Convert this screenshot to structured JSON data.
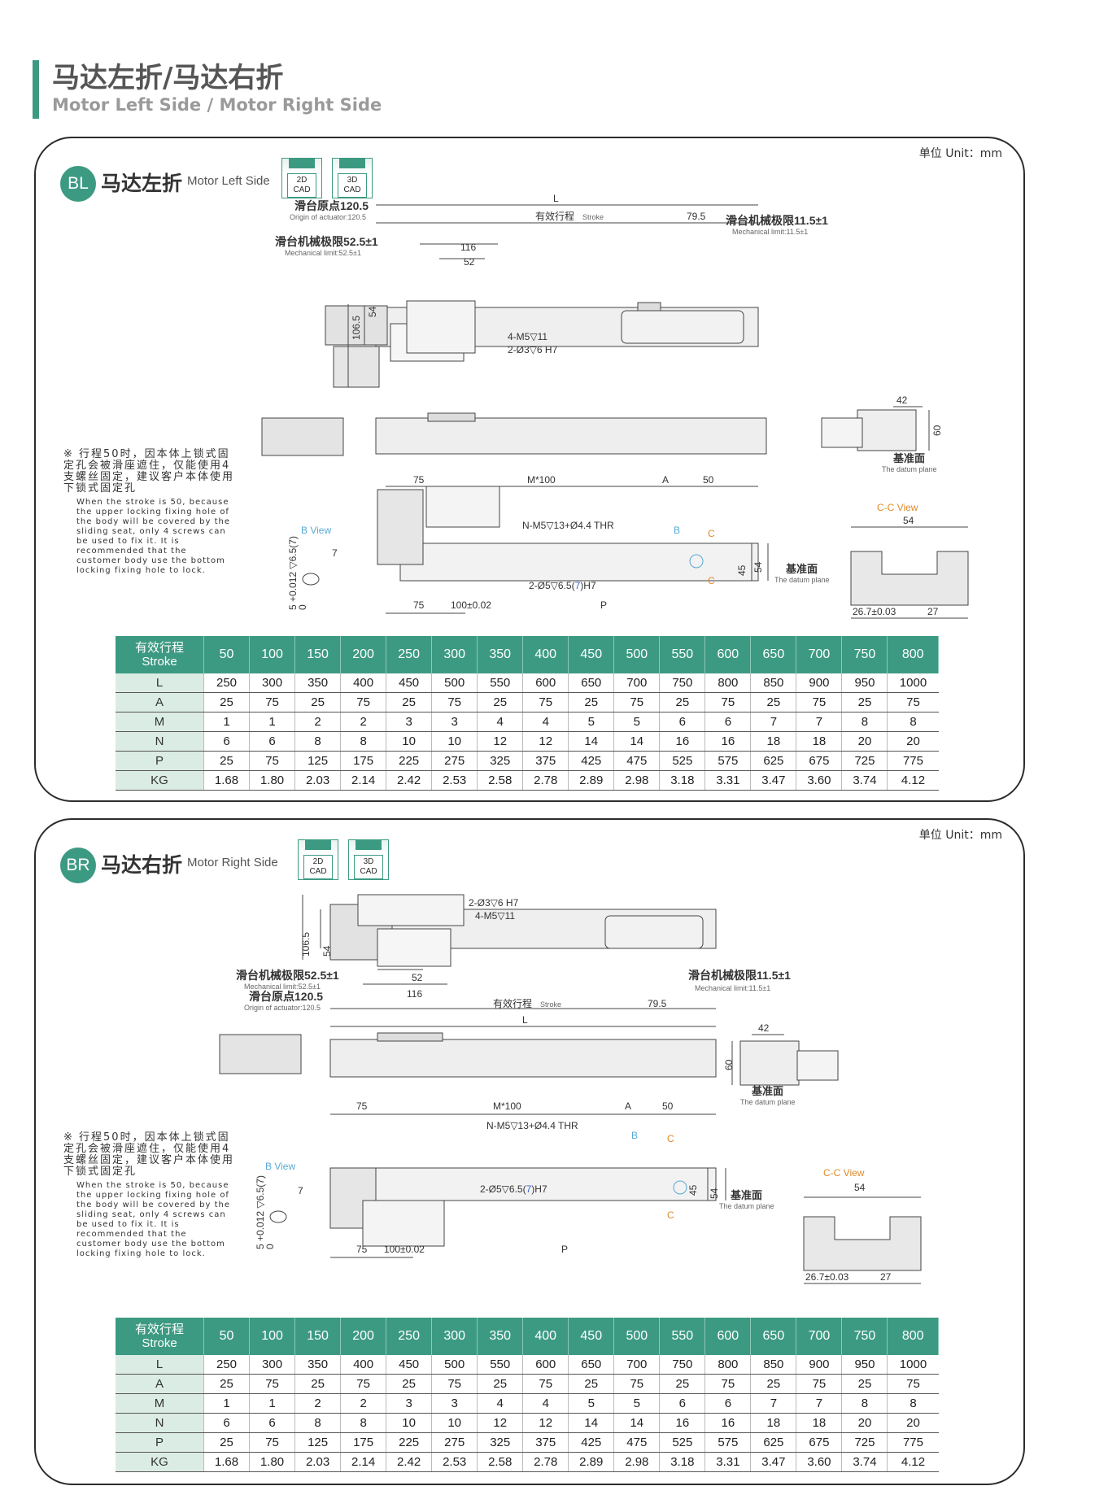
{
  "header": {
    "title_cn": "马达左折/马达右折",
    "title_en": "Motor Left Side / Motor Right Side"
  },
  "unit": "单位 Unit：mm",
  "cad": {
    "two_d": "2D",
    "three_d": "3D",
    "cad": "CAD"
  },
  "note": {
    "cn": "※ 行程50时，因本体上锁式固定孔会被滑座遮住，仅能使用4支螺丝固定，建议客户本体使用下锁式固定孔",
    "en": "When the stroke is 50, because the upper locking fixing hole of the body will be covered by the sliding seat, only 4 screws can be used to fix it. It is recommended that the customer body use the bottom locking fixing hole to lock."
  },
  "labels": {
    "origin": "滑台原点120.5",
    "origin_en": "Origin of actuator:120.5",
    "mech_left": "滑台机械极限52.5±1",
    "mech_left_en": "Mechanical limit:52.5±1",
    "mech_right": "滑台机械极限11.5±1",
    "mech_right_en": "Mechanical limit:11.5±1",
    "stroke_cn": "有效行程",
    "stroke_en": "Stroke",
    "L": "L",
    "d79_5": "79.5",
    "d116": "116",
    "d52": "52",
    "d54": "54",
    "d106_5": "106.5",
    "m5": "4-M5▽11",
    "o3": "2-Ø3▽6 H7",
    "d42": "42",
    "d60": "60",
    "datum_cn": "基准面",
    "datum_en": "The datum plane",
    "d75": "75",
    "m100": "M*100",
    "A": "A",
    "d50": "50",
    "nm5": "N-M5▽13+Ø4.4 THR",
    "B": "B",
    "C": "C",
    "d45": "45",
    "o5a": "2-Ø5▽6.5(",
    "o5b": "7",
    "o5c": ")H7",
    "d100": "100±0.02",
    "P": "P",
    "bview": "B View",
    "cview": "C-C View",
    "d7": "7",
    "tol": "5 +0.012 ▽6.5(7)",
    "tol0": "0",
    "d26_7": "26.7±0.03",
    "d27": "27"
  },
  "sections": [
    {
      "code": "BL",
      "name_cn": "马达左折",
      "name_en": "Motor Left Side"
    },
    {
      "code": "BR",
      "name_cn": "马达右折",
      "name_en": "Motor Right Side"
    }
  ],
  "table": {
    "header_cn": "有效行程",
    "header_en": "Stroke",
    "strokes": [
      "50",
      "100",
      "150",
      "200",
      "250",
      "300",
      "350",
      "400",
      "450",
      "500",
      "550",
      "600",
      "650",
      "700",
      "750",
      "800"
    ],
    "rows": [
      {
        "name": "L",
        "values": [
          "250",
          "300",
          "350",
          "400",
          "450",
          "500",
          "550",
          "600",
          "650",
          "700",
          "750",
          "800",
          "850",
          "900",
          "950",
          "1000"
        ]
      },
      {
        "name": "A",
        "values": [
          "25",
          "75",
          "25",
          "75",
          "25",
          "75",
          "25",
          "75",
          "25",
          "75",
          "25",
          "75",
          "25",
          "75",
          "25",
          "75"
        ]
      },
      {
        "name": "M",
        "values": [
          "1",
          "1",
          "2",
          "2",
          "3",
          "3",
          "4",
          "4",
          "5",
          "5",
          "6",
          "6",
          "7",
          "7",
          "8",
          "8"
        ]
      },
      {
        "name": "N",
        "values": [
          "6",
          "6",
          "8",
          "8",
          "10",
          "10",
          "12",
          "12",
          "14",
          "14",
          "16",
          "16",
          "18",
          "18",
          "20",
          "20"
        ]
      },
      {
        "name": "P",
        "values": [
          "25",
          "75",
          "125",
          "175",
          "225",
          "275",
          "325",
          "375",
          "425",
          "475",
          "525",
          "575",
          "625",
          "675",
          "725",
          "775"
        ]
      },
      {
        "name": "KG",
        "values": [
          "1.68",
          "1.80",
          "2.03",
          "2.14",
          "2.42",
          "2.53",
          "2.58",
          "2.78",
          "2.89",
          "2.98",
          "3.18",
          "3.31",
          "3.47",
          "3.60",
          "3.74",
          "4.12"
        ]
      }
    ]
  }
}
